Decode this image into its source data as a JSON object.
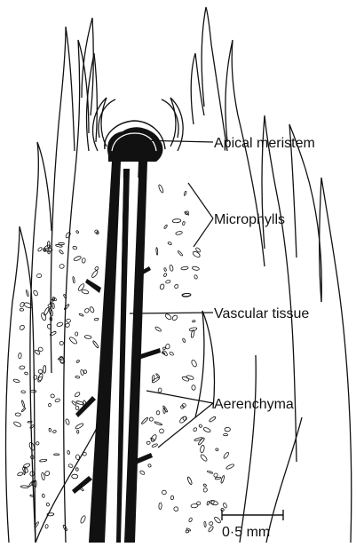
{
  "figure": {
    "labels": {
      "apical_meristem": "Apical meristem",
      "microphylls": "Microphylls",
      "vascular_tissue": "Vascular tissue",
      "aerenchyma": "Aerenchyma"
    },
    "scale_bar": {
      "label": "0·5 mm",
      "value_mm": 0.5
    },
    "colors": {
      "ink": "#111111",
      "paper": "#ffffff"
    }
  }
}
